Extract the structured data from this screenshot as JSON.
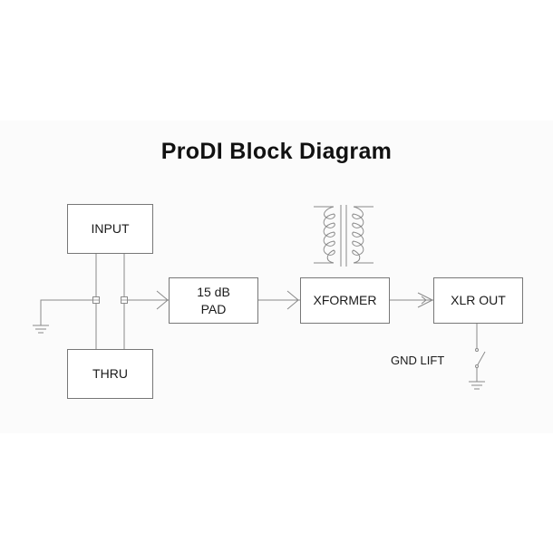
{
  "diagram": {
    "title": "ProDI Block Diagram",
    "blocks": {
      "input": "INPUT",
      "thru": "THRU",
      "pad": "15 dB\nPAD",
      "xformer": "XFORMER",
      "xlr_out": "XLR OUT"
    },
    "labels": {
      "gnd_lift": "GND LIFT"
    }
  }
}
